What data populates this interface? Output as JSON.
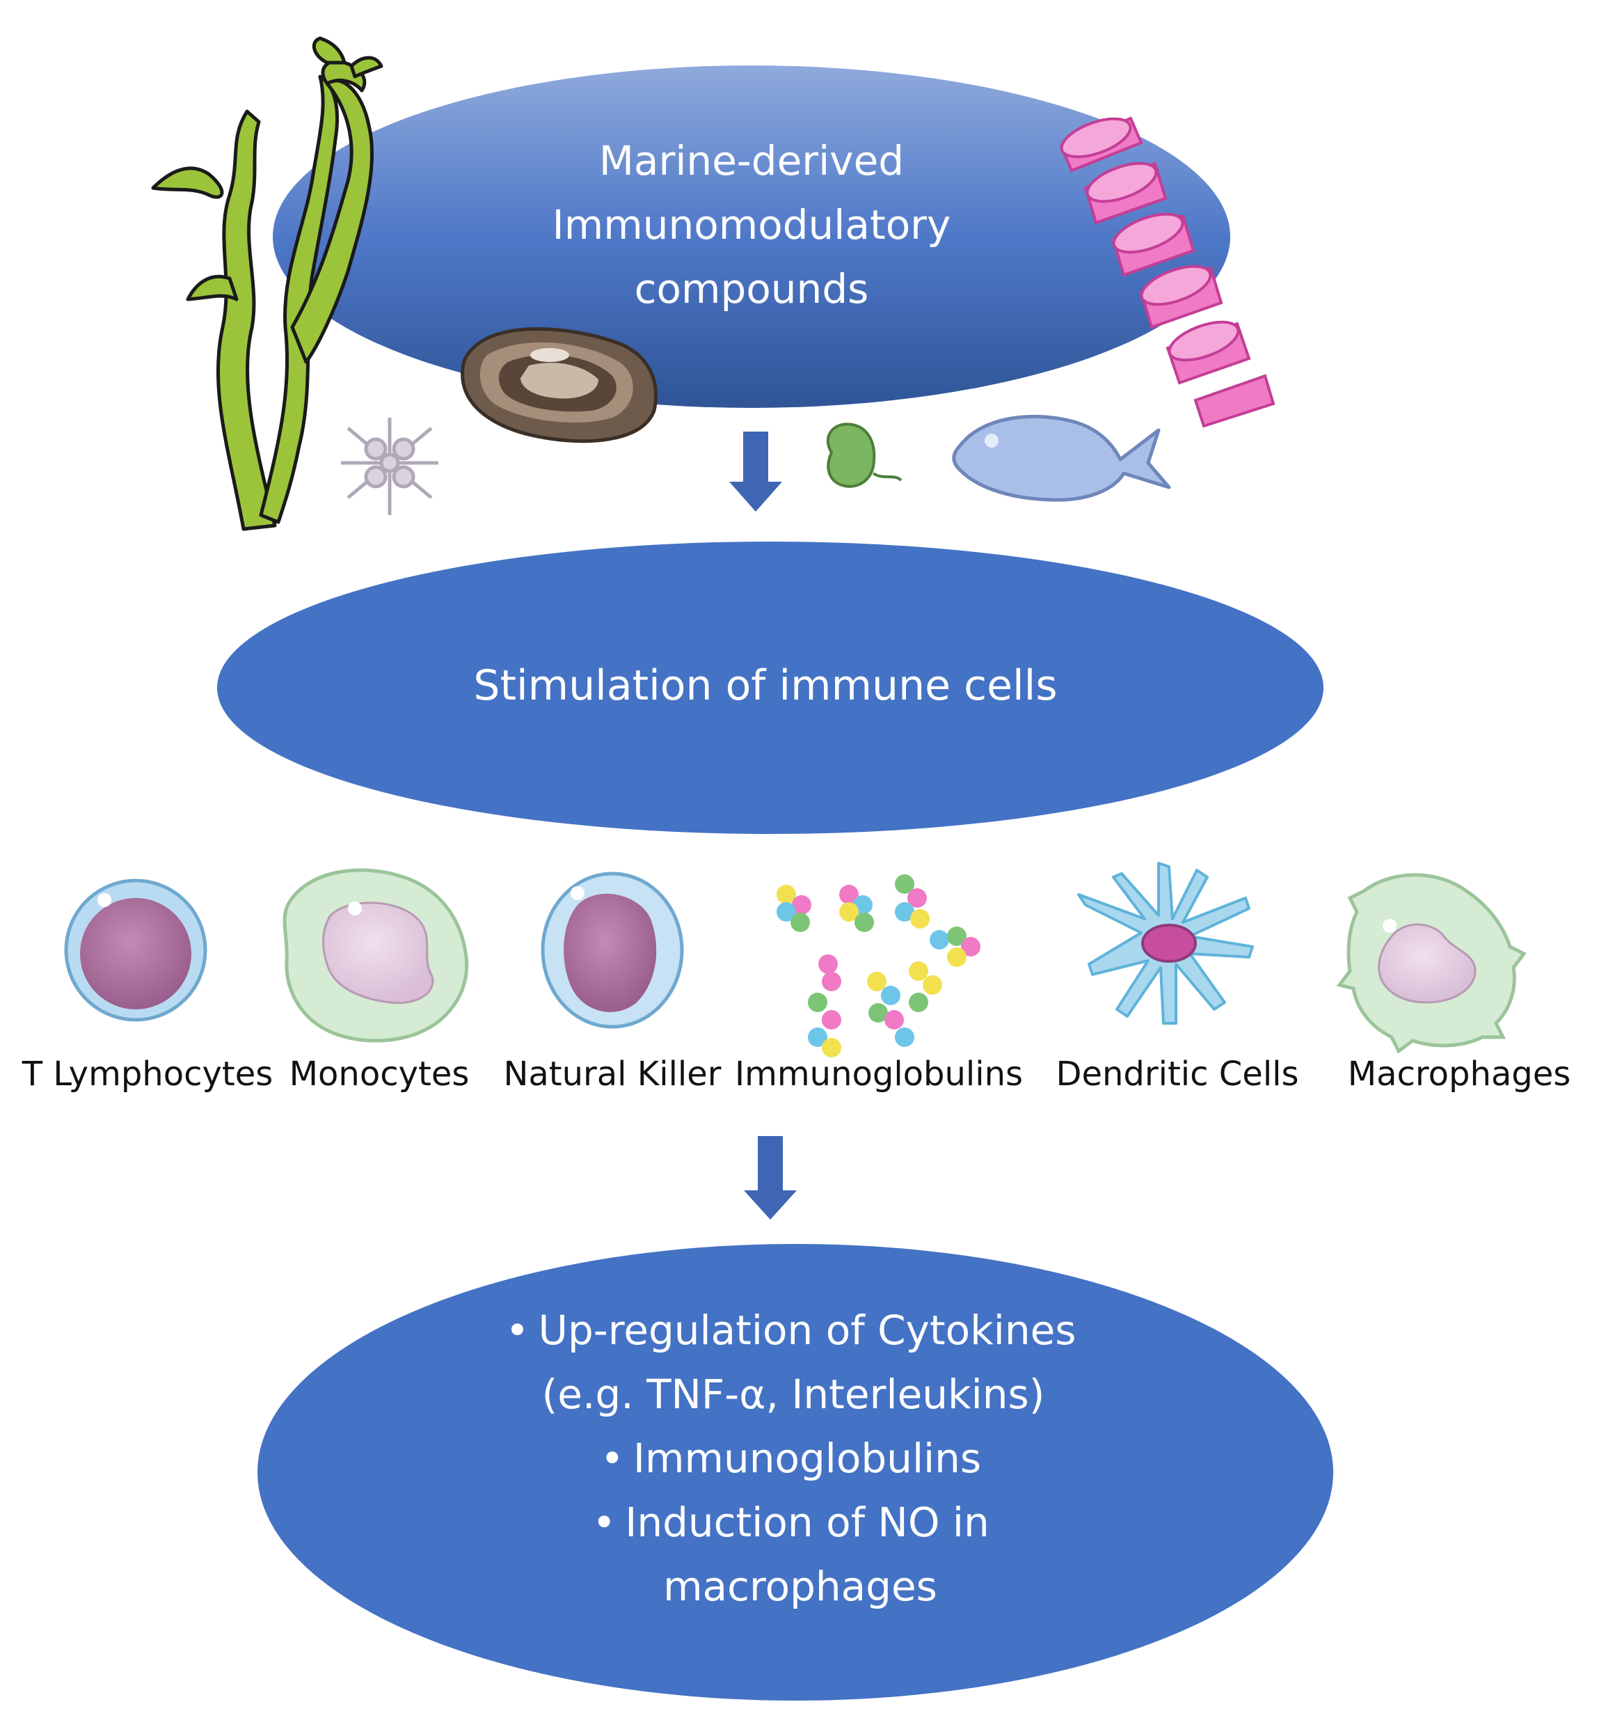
{
  "top": {
    "lines": [
      "Marine-derived",
      "Immunomodulatory",
      "compounds"
    ]
  },
  "middle": {
    "title": "Stimulation of immune cells"
  },
  "cells": [
    {
      "label": "T Lymphocytes"
    },
    {
      "label": "Monocytes"
    },
    {
      "label": "Natural Killer"
    },
    {
      "label": "Immunoglobulins"
    },
    {
      "label": "Dendritic Cells"
    },
    {
      "label": "Macrophages"
    }
  ],
  "bottom": {
    "bullet": "•",
    "lines": [
      "Up-regulation of Cytokines",
      "(e.g. TNF-α, Interleukins)",
      "Immunoglobulins",
      "Induction of NO in",
      "macrophages"
    ]
  },
  "colors": {
    "ellipse_blue": "#4472C4",
    "ellipse_top_light": "#8FAADC",
    "arrow": "#3E66B5",
    "seaweed": "#9BC43A",
    "pink": "#F07AC6",
    "fish": "#A9BFE8"
  }
}
